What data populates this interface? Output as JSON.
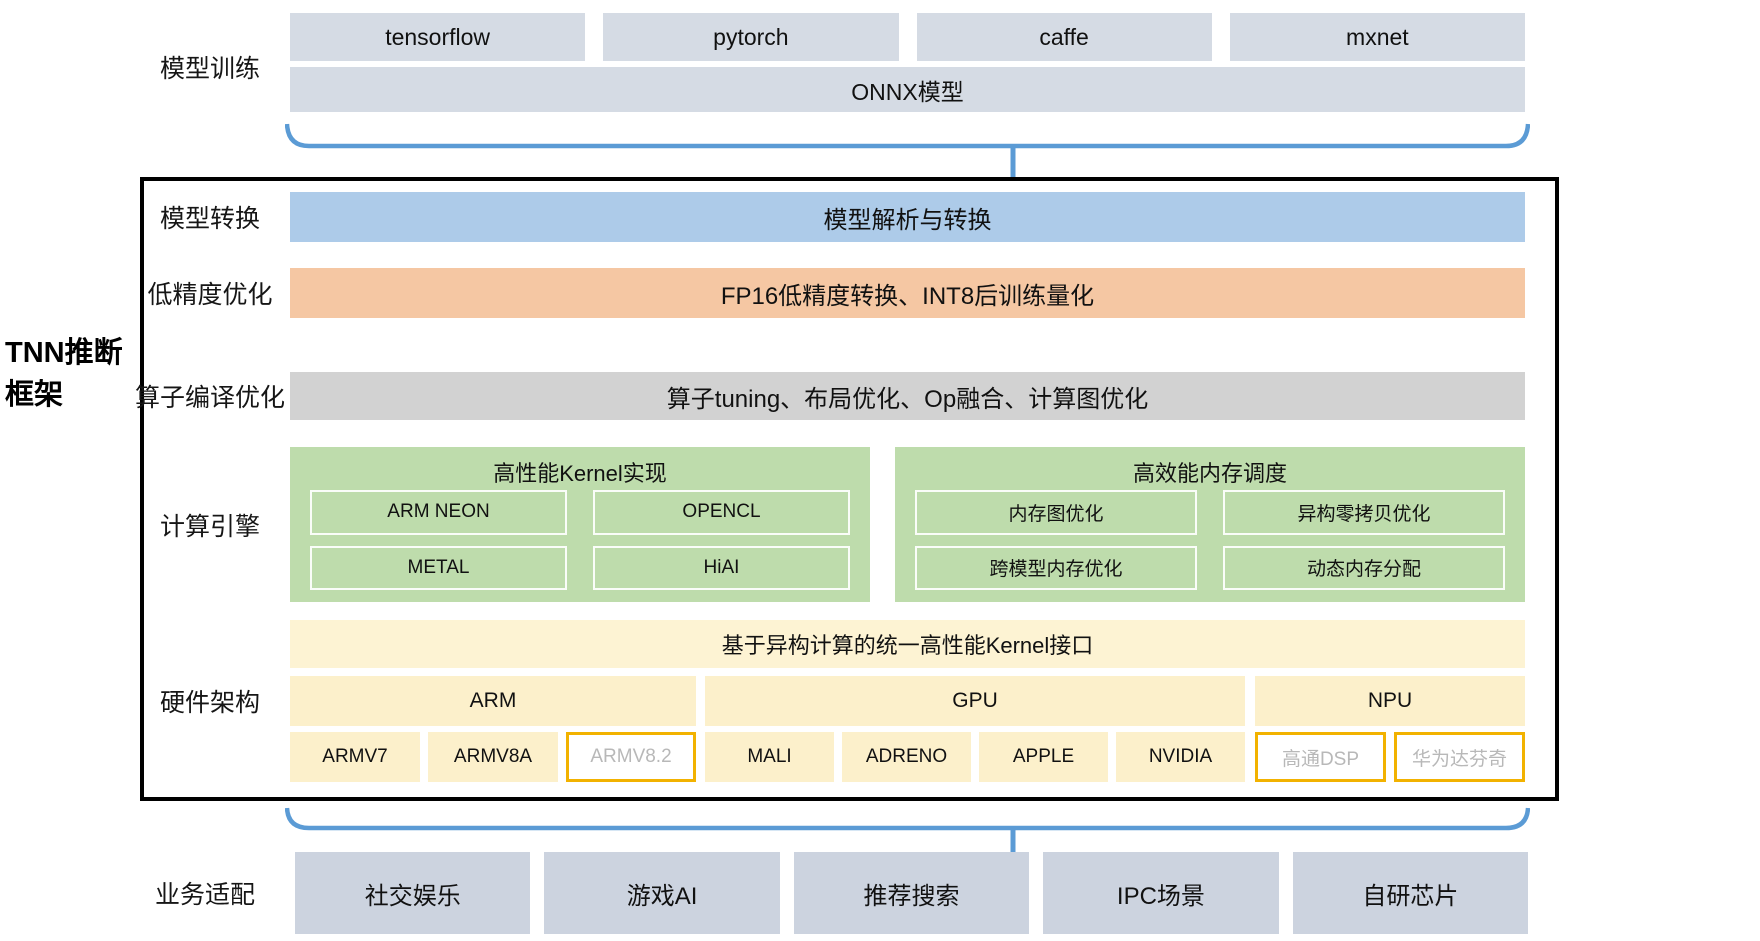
{
  "colors": {
    "box_gray_blue": "#d5dbe4",
    "bar_blue": "#adcbe9",
    "bar_orange": "#f5c7a3",
    "bar_gray": "#d2d2d2",
    "green": "#bedcac",
    "yellow": "#fcf0cb",
    "gold_border": "#f2b200",
    "brace_blue": "#5b9bd5",
    "disabled_text": "#b8b8b8",
    "frame_border": "#000000"
  },
  "training": {
    "label": "模型训练",
    "frameworks": [
      "tensorflow",
      "pytorch",
      "caffe",
      "mxnet"
    ],
    "onnx": "ONNX模型"
  },
  "framework": {
    "title_line1": "TNN推断",
    "title_line2": "框架",
    "rows": [
      {
        "label": "模型转换",
        "content": "模型解析与转换"
      },
      {
        "label": "低精度优化",
        "content": "FP16低精度转换、INT8后训练量化"
      },
      {
        "label": "算子编译优化",
        "content": "算子tuning、布局优化、Op融合、计算图优化"
      }
    ],
    "compute_engine": {
      "label": "计算引擎",
      "groups": [
        {
          "title": "高性能Kernel实现",
          "items": [
            "ARM NEON",
            "OPENCL",
            "METAL",
            "HiAI"
          ]
        },
        {
          "title": "高效能内存调度",
          "items": [
            "内存图优化",
            "异构零拷贝优化",
            "跨模型内存优化",
            "动态内存分配"
          ]
        }
      ]
    },
    "hardware": {
      "label": "硬件架构",
      "kernel_bar": "基于异构计算的统一高性能Kernel接口",
      "groups": [
        {
          "name": "ARM",
          "chips": [
            {
              "name": "ARMV7",
              "enabled": true
            },
            {
              "name": "ARMV8A",
              "enabled": true
            },
            {
              "name": "ARMV8.2",
              "enabled": false
            }
          ]
        },
        {
          "name": "GPU",
          "chips": [
            {
              "name": "MALI",
              "enabled": true
            },
            {
              "name": "ADRENO",
              "enabled": true
            },
            {
              "name": "APPLE",
              "enabled": true
            },
            {
              "name": "NVIDIA",
              "enabled": true
            }
          ]
        },
        {
          "name": "NPU",
          "chips": [
            {
              "name": "高通DSP",
              "enabled": false
            },
            {
              "name": "华为达芬奇",
              "enabled": false
            }
          ]
        }
      ]
    }
  },
  "business": {
    "label": "业务适配",
    "items": [
      "社交娱乐",
      "游戏AI",
      "推荐搜索",
      "IPC场景",
      "自研芯片"
    ]
  }
}
